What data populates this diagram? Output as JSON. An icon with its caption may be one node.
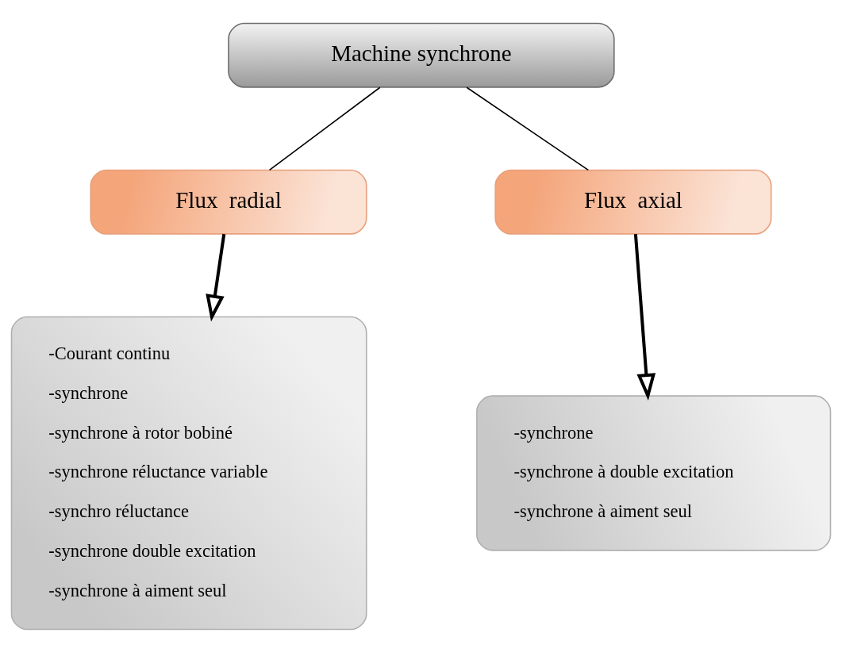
{
  "diagram": {
    "nodes": [
      {
        "text": [
          "Machine synchrone"
        ]
      },
      {
        "text": [
          "Flux  radial"
        ]
      },
      {
        "text": [
          "Flux  axial"
        ]
      },
      {
        "text": [
          "-Courant continu",
          "-synchrone",
          "-synchrone à rotor bobiné",
          "-synchrone réluctance variable",
          "-synchro réluctance",
          "-synchrone double excitation",
          "-synchrone à aiment seul"
        ]
      },
      {
        "text": [
          "-synchrone",
          "-synchrone à double excitation",
          "-synchrone à aiment seul"
        ]
      }
    ],
    "edges": [
      {
        "from": 0,
        "to": 1,
        "arrow": "none"
      },
      {
        "from": 0,
        "to": 2,
        "arrow": "none"
      },
      {
        "from": 1,
        "to": 3,
        "arrow": "to",
        "style": "thick"
      },
      {
        "from": 2,
        "to": 4,
        "arrow": "to",
        "style": "thick"
      }
    ]
  }
}
